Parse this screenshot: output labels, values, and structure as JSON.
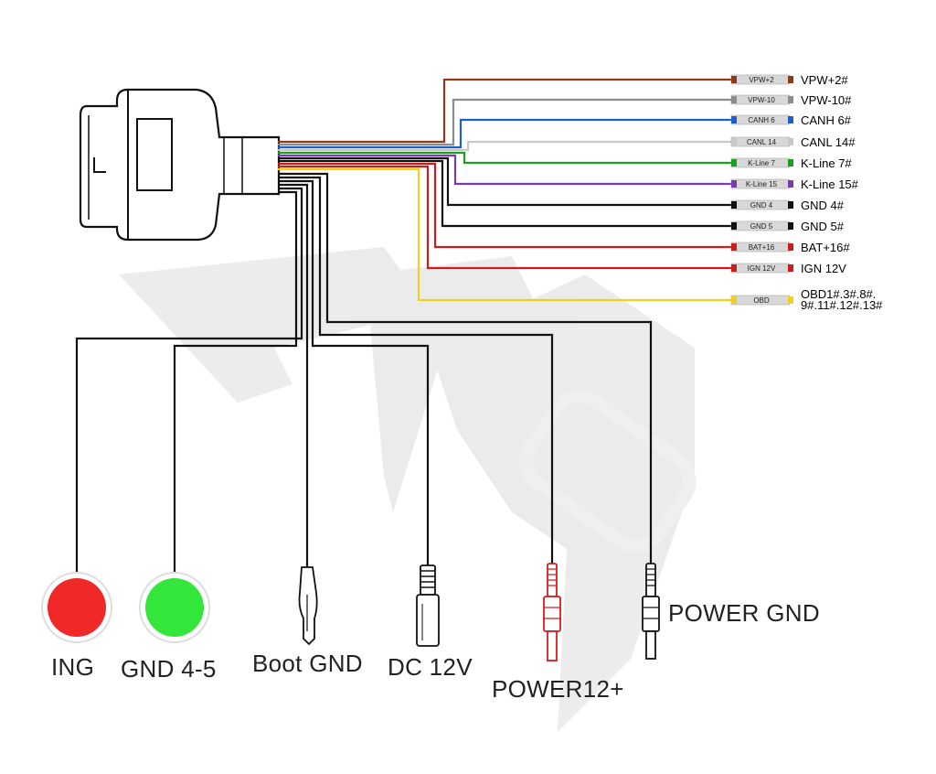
{
  "pins": [
    {
      "tag": "VPW+2",
      "label": "VPW+2#",
      "color": "#8b3a1a"
    },
    {
      "tag": "VPW-10",
      "label": "VPW-10#",
      "color": "#8c8c8c"
    },
    {
      "tag": "CANH 6",
      "label": "CANH 6#",
      "color": "#1f5fc8"
    },
    {
      "tag": "CANL 14",
      "label": "CANL 14#",
      "color": "#c8c8c8"
    },
    {
      "tag": "K-Line 7",
      "label": "K-Line 7#",
      "color": "#1aa01a"
    },
    {
      "tag": "K-Line 15",
      "label": "K-Line 15#",
      "color": "#7a3ab0"
    },
    {
      "tag": "GND 4",
      "label": "GND 4#",
      "color": "#111111"
    },
    {
      "tag": "GND 5",
      "label": "GND 5#",
      "color": "#111111"
    },
    {
      "tag": "BAT+16",
      "label": "BAT+16#",
      "color": "#c81e1e"
    },
    {
      "tag": "IGN 12V",
      "label": "IGN 12V",
      "color": "#c81e1e"
    },
    {
      "tag": "OBD",
      "label_line1": "OBD1#.3#.8#.",
      "label_line2": "9#.11#.12#.13#",
      "color": "#f0d21e"
    }
  ],
  "terminals": {
    "ing": "ING",
    "gnd45": "GND 4-5",
    "boot_gnd": "Boot GND",
    "dc12v": "DC 12V",
    "power12": "POWER12+",
    "power_gnd": "POWER GND"
  },
  "colors": {
    "ing_led": "#f02828",
    "gnd_led": "#33e63a",
    "power12_plug": "#d21e1e",
    "watermark": "#dcdcdc"
  }
}
